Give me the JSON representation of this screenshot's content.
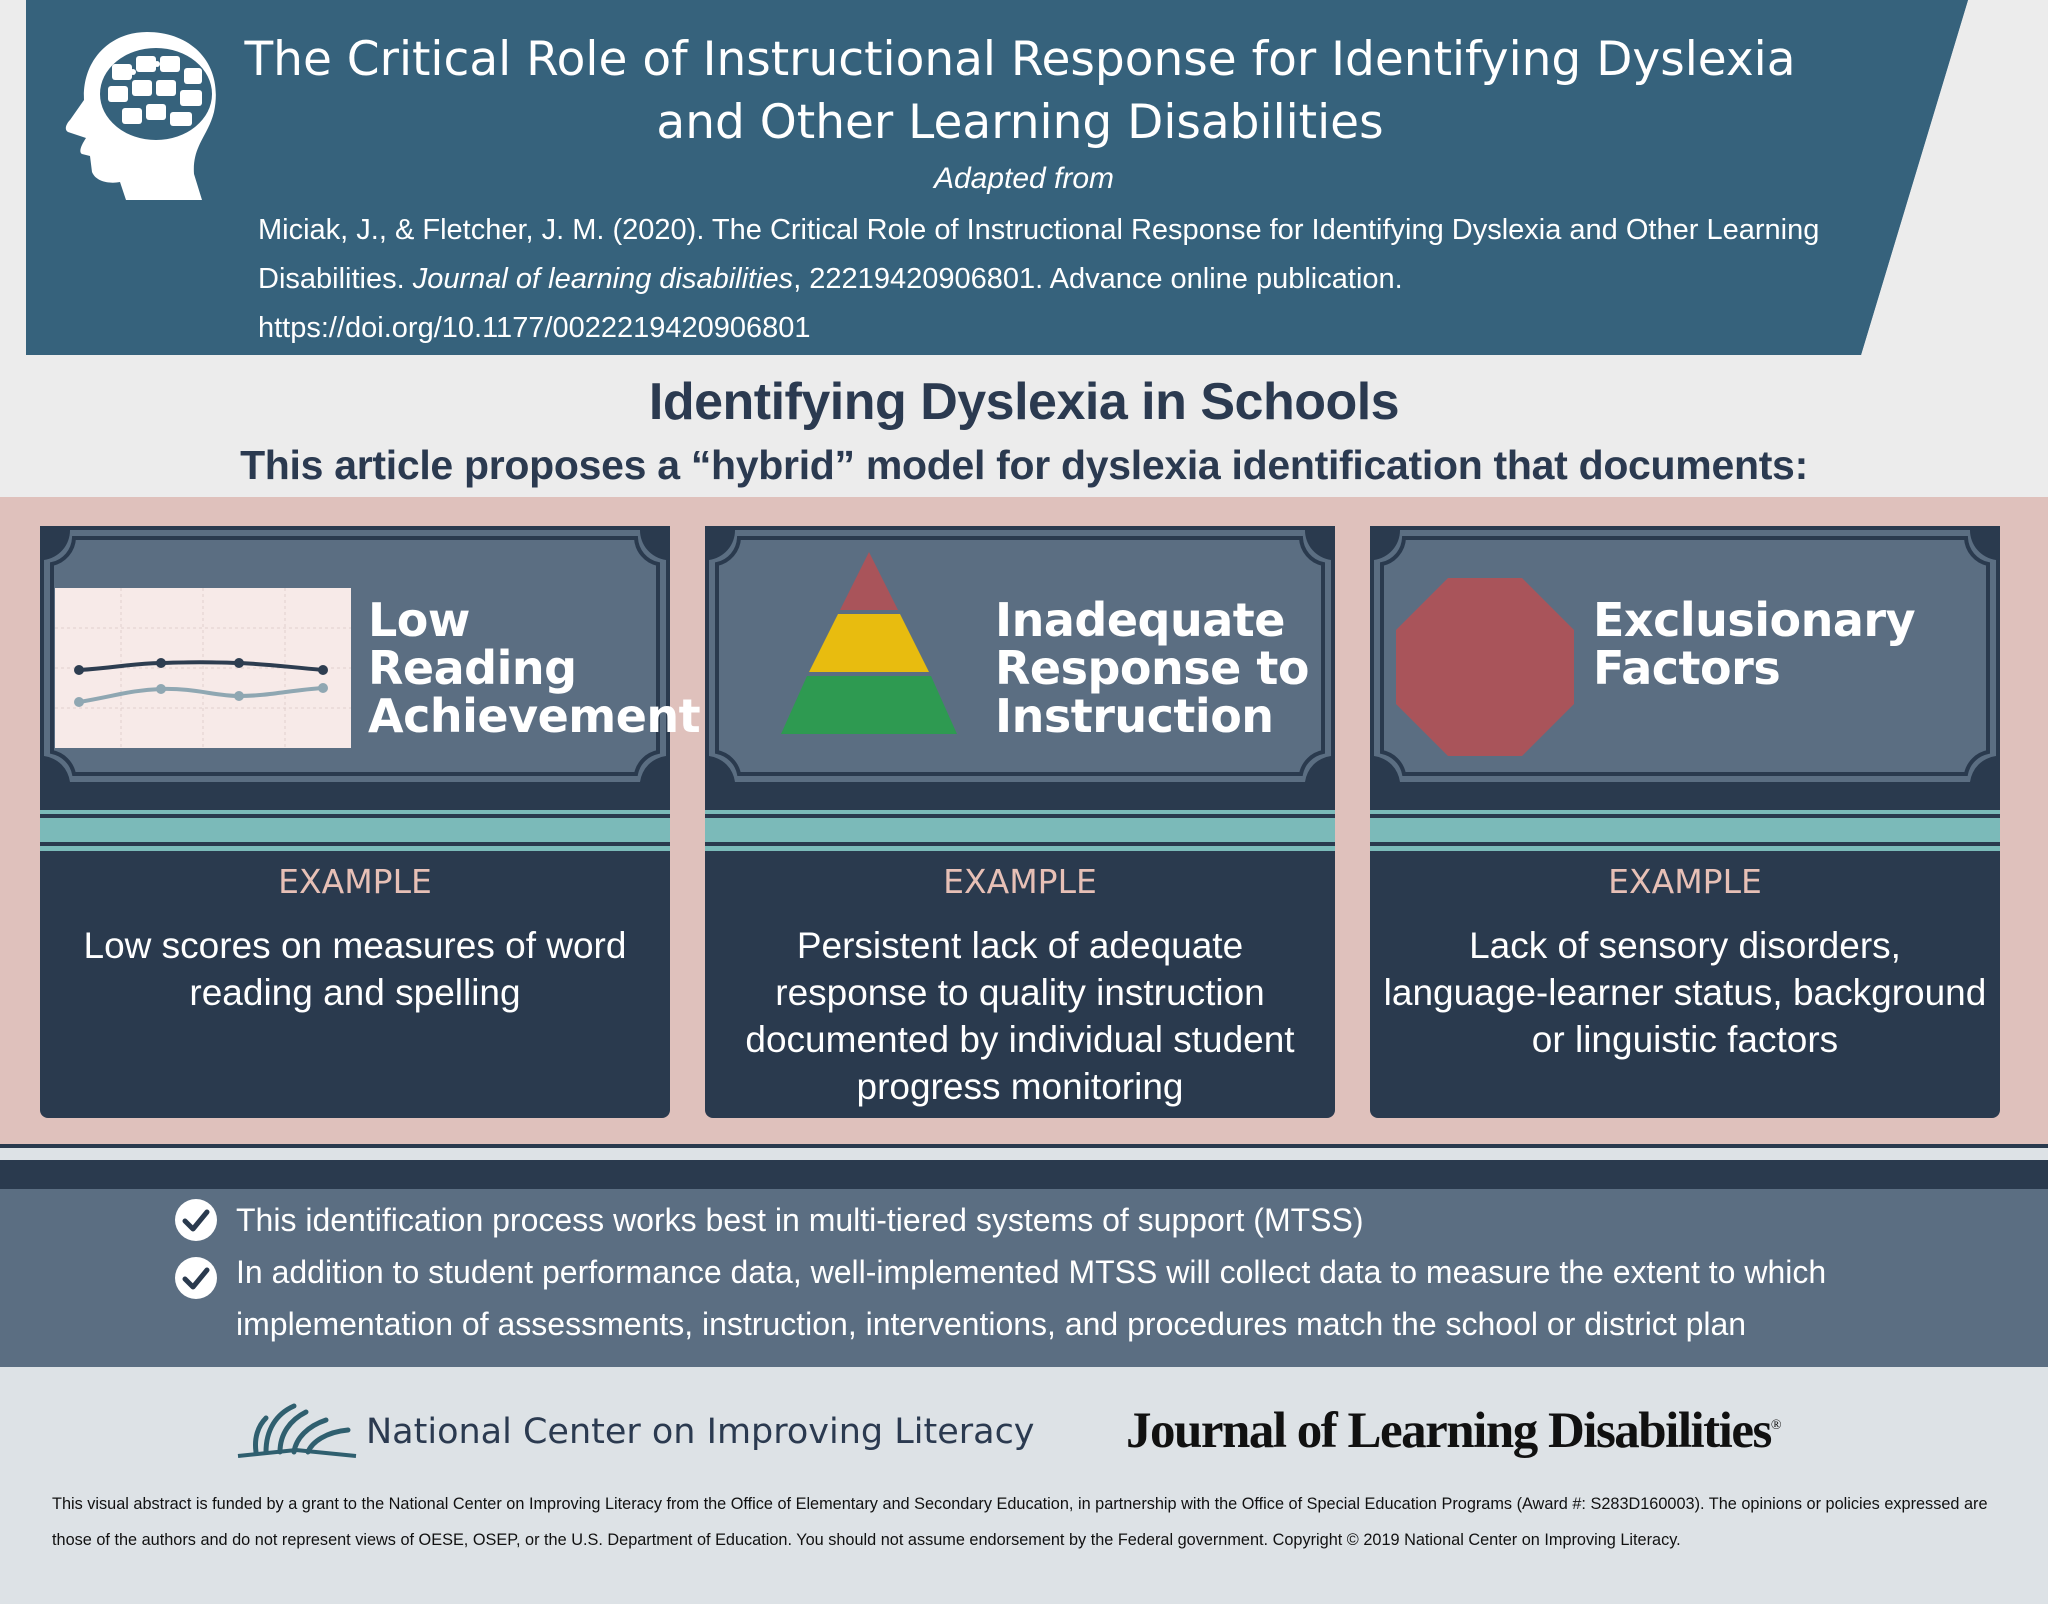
{
  "header": {
    "title": "The Critical Role of Instructional Response for Identifying Dyslexia and Other Learning Disabilities",
    "adapted_from": "Adapted from",
    "citation_part1": "Miciak, J., & Fletcher, J. M. (2020). The Critical Role of Instructional Response for Identifying Dyslexia and Other Learning Disabilities.",
    "citation_journal": "Journal of learning disabilities",
    "citation_part2": ", 22219420906801. Advance online publication.",
    "citation_doi": "https://doi.org/10.1177/0022219420906801",
    "brand_color": "#36627c"
  },
  "section": {
    "title": "Identifying Dyslexia in Schools",
    "subtitle": "This article proposes a “hybrid” model for dyslexia identification that documents:"
  },
  "cards": [
    {
      "icon": "line-chart-icon",
      "title": "Low Reading Achievement",
      "example_label": "EXAMPLE",
      "example_text": "Low scores on measures of word reading and spelling"
    },
    {
      "icon": "pyramid-icon",
      "title": "Inadequate Response to Instruction",
      "example_label": "EXAMPLE",
      "example_text": "Persistent lack of adequate response to quality instruction documented by individual student progress monitoring"
    },
    {
      "icon": "octagon-icon",
      "title": "Exclusionary Factors",
      "example_label": "EXAMPLE",
      "example_text": "Lack of sensory disorders, language-learner status, background or linguistic factors"
    }
  ],
  "bullets": [
    "This identification process works best in multi-tiered systems of support (MTSS)",
    "In addition to student performance data, well-implemented MTSS will collect data to measure the extent to which implementation of assessments, instruction, interventions, and procedures match the school or district plan"
  ],
  "footer": {
    "ncil_name": "National Center on Improving Literacy",
    "jld_name": "Journal of Learning Disabilities",
    "jld_mark": "®",
    "disclaimer": "This visual abstract is funded by a grant to the National Center on Improving Literacy from the Office of Elementary and Secondary Education, in partnership with the Office of Special Education Programs (Award #: S283D160003). The opinions or policies expressed are those of the authors and do not represent views of OESE, OSEP, or the U.S. Department of Education. You should not assume endorsement by the Federal government. Copyright © 2019 National Center on Improving Literacy."
  },
  "colors": {
    "card_top": "#5b6e82",
    "card_bottom": "#2a3a4e",
    "teal_stripe": "#7bbab9",
    "pink_band": "#dfc1bc",
    "pyramid_top": "#a9545a",
    "pyramid_middle": "#e8bc0f",
    "pyramid_bottom": "#2e9a51",
    "octagon": "#a9545a"
  }
}
